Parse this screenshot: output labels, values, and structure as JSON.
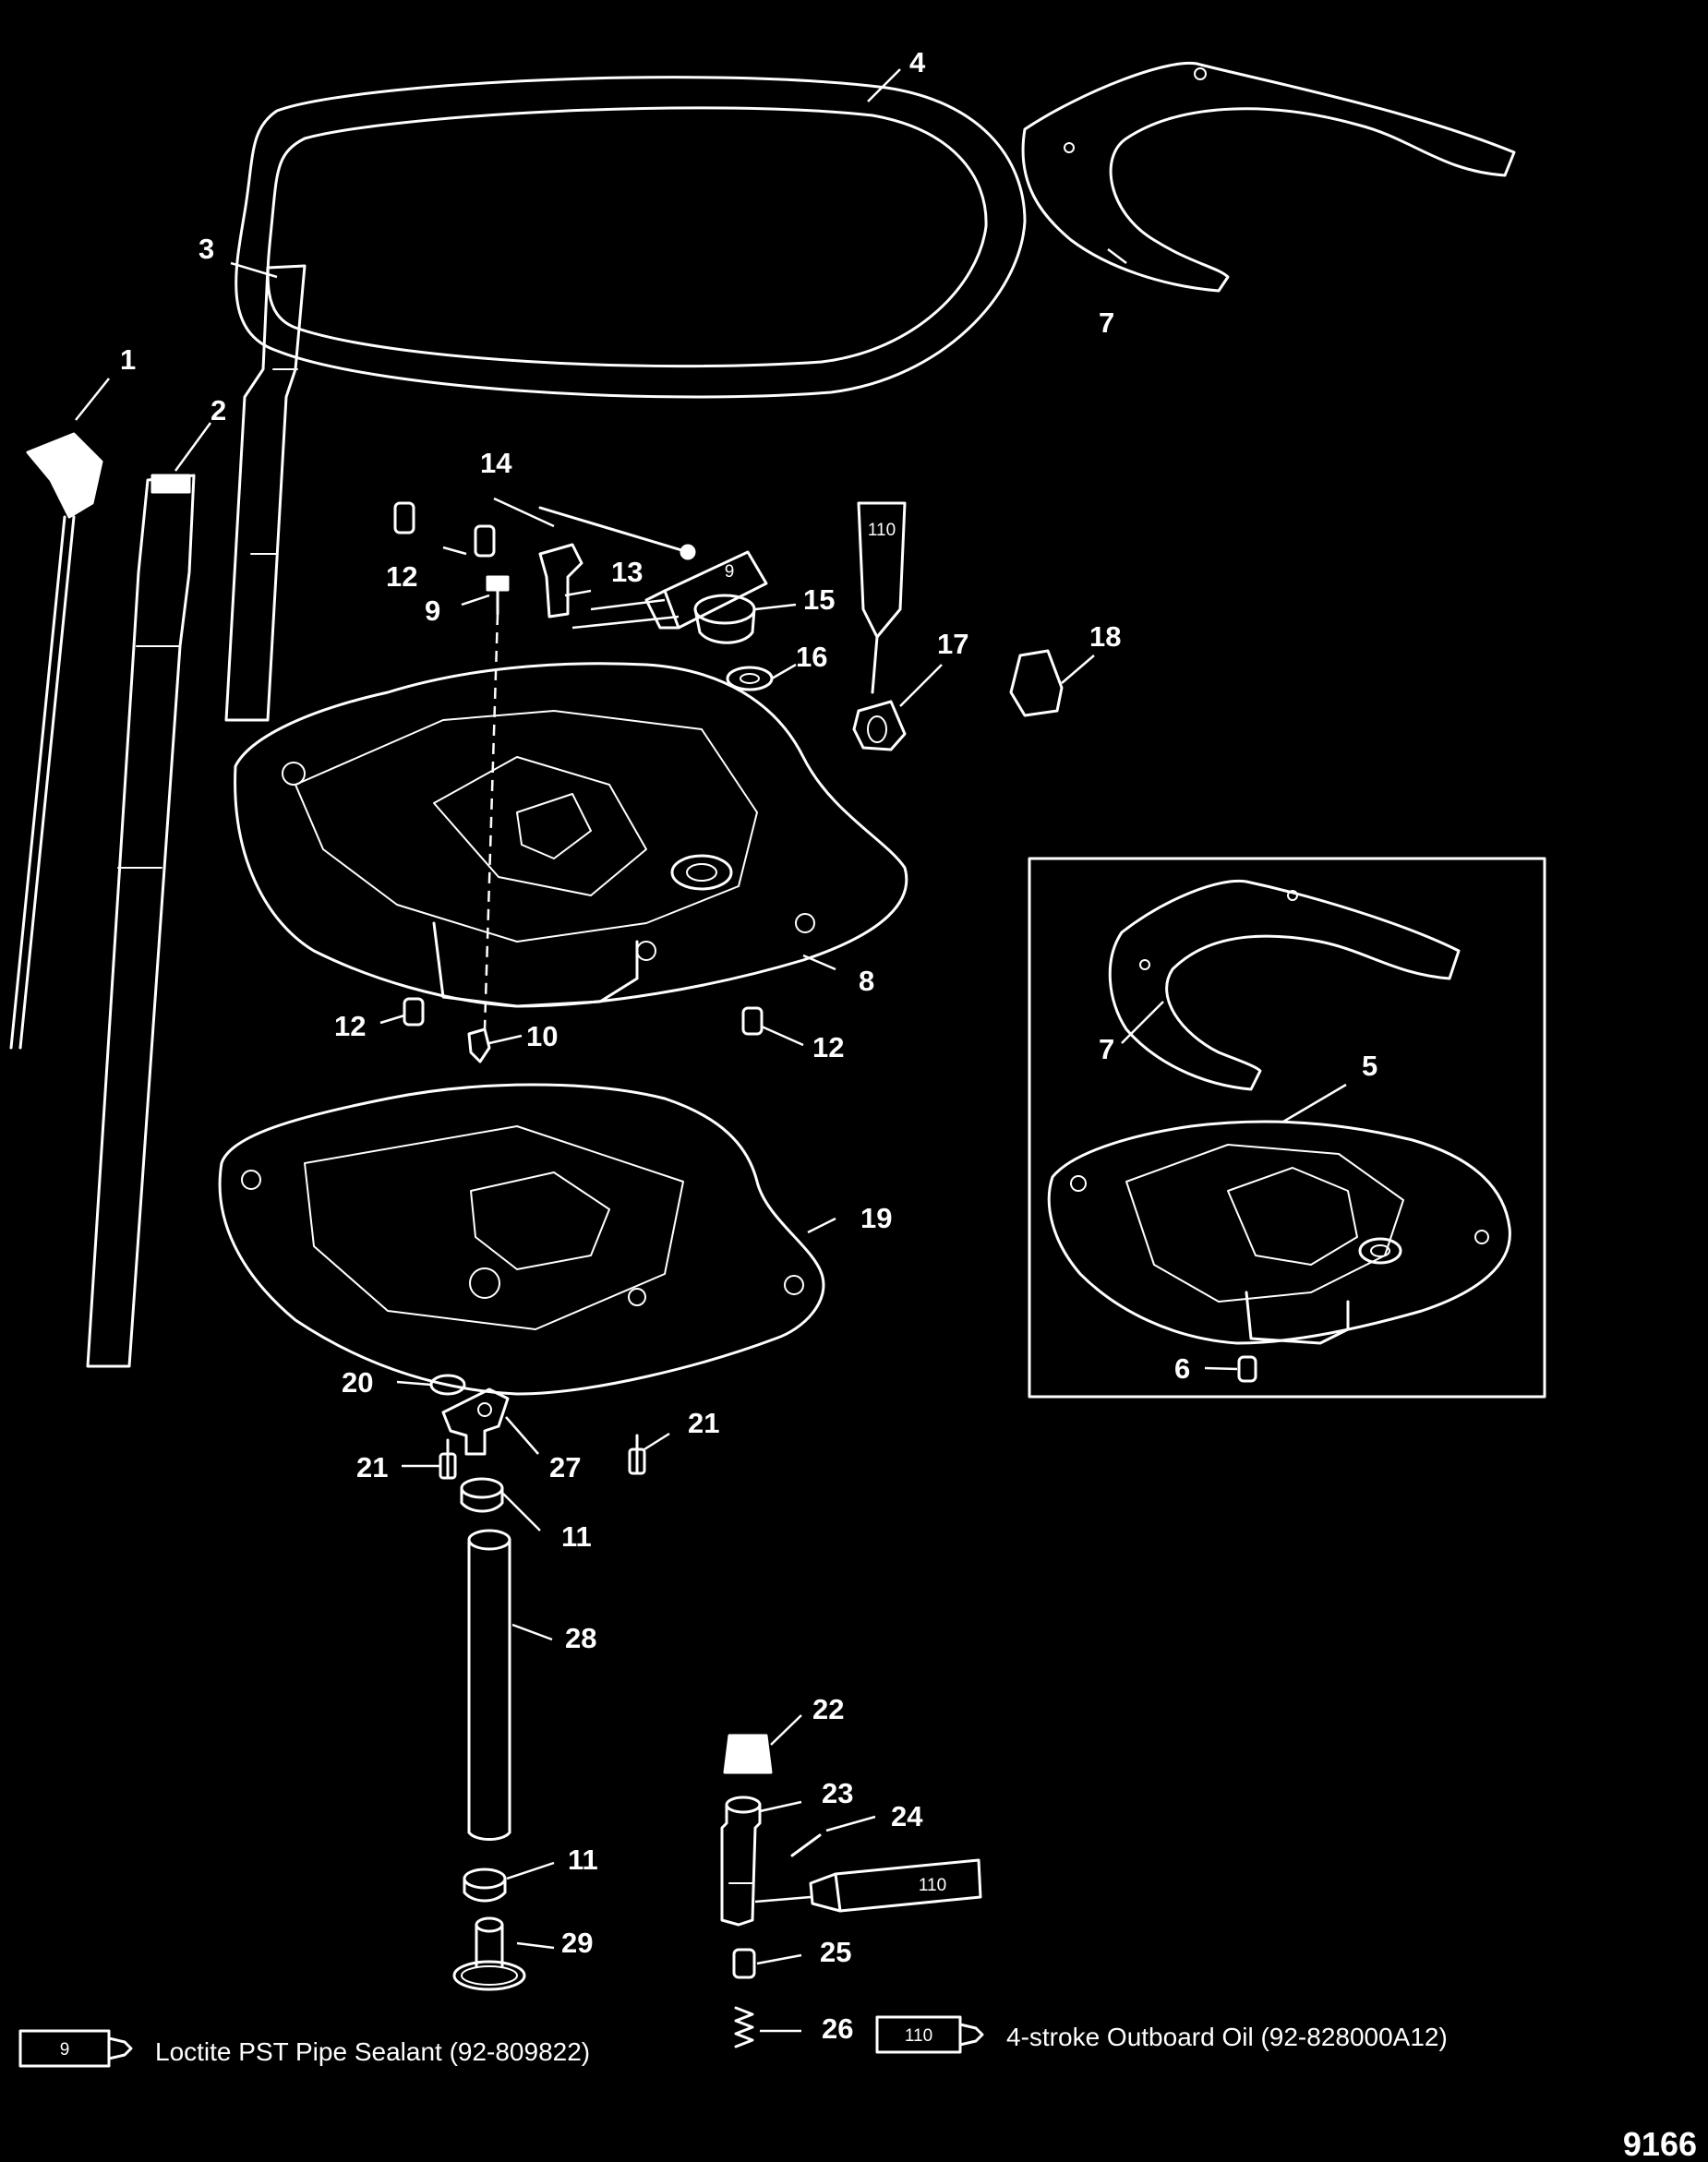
{
  "diagram": {
    "callouts": {
      "c1": "1",
      "c2": "2",
      "c3": "3",
      "c4": "4",
      "c5": "5",
      "c6": "6",
      "c7a": "7",
      "c7b": "7",
      "c8": "8",
      "c9": "9",
      "c10": "10",
      "c11a": "11",
      "c11b": "11",
      "c12a": "12",
      "c12b": "12",
      "c12c": "12",
      "c13": "13",
      "c14": "14",
      "c15": "15",
      "c16": "16",
      "c17": "17",
      "c18": "18",
      "c19": "19",
      "c20": "20",
      "c21a": "21",
      "c21b": "21",
      "c22": "22",
      "c23": "23",
      "c24": "24",
      "c25": "25",
      "c26": "26",
      "c27": "27",
      "c28": "28",
      "c29": "29"
    },
    "tube_labels": {
      "t110_top": "110",
      "t9_top": "9",
      "t110_right": "110"
    },
    "legend": [
      {
        "code": "9",
        "text": "Loctite PST Pipe Sealant (92-809822)"
      },
      {
        "code": "110",
        "text": "4-stroke Outboard Oil (92-828000A12)"
      }
    ],
    "figure_number": "9166"
  }
}
